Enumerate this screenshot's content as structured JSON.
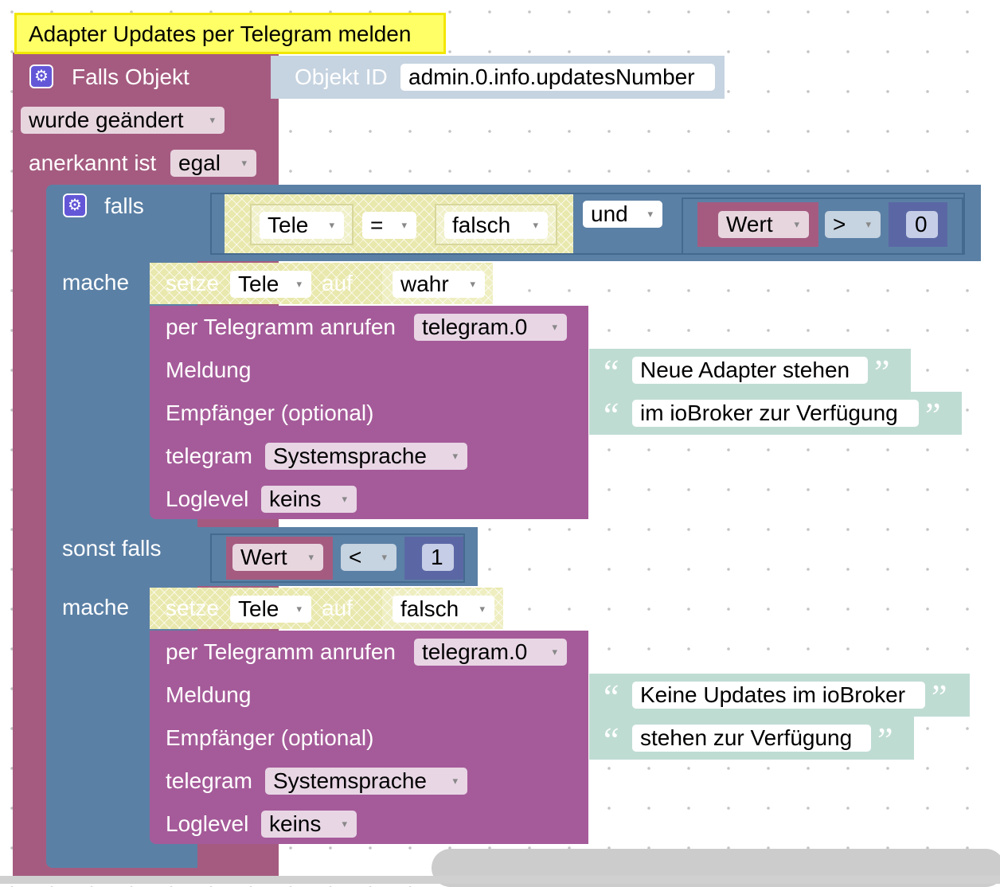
{
  "comment": "Adapter Updates per Telegram melden",
  "trigger": {
    "label": "Falls Objekt",
    "object_id_label": "Objekt ID",
    "object_id_value": "admin.0.info.updatesNumber",
    "change_value": "wurde geändert",
    "ack_label": "anerkannt ist",
    "ack_value": "egal"
  },
  "if_block": {
    "if_label": "falls",
    "do_label": "mache",
    "elseif_label": "sonst falls",
    "do2_label": "mache"
  },
  "condition1": {
    "left_var": "Tele",
    "operator": "=",
    "right_value": "falsch",
    "logic_op": "und",
    "var2": "Wert",
    "operator2": ">",
    "number": "0"
  },
  "condition2": {
    "var": "Wert",
    "operator": "<",
    "number": "1"
  },
  "set1": {
    "setze": "setze",
    "var": "Tele",
    "auf": "auf",
    "value": "wahr"
  },
  "set2": {
    "setze": "setze",
    "var": "Tele",
    "auf": "auf",
    "value": "falsch"
  },
  "telegram1": {
    "call_label": "per Telegramm anrufen",
    "instance": "telegram.0",
    "msg_label": "Meldung",
    "recipient_label": "Empfänger (optional)",
    "lang_label": "telegram",
    "lang_value": "Systemsprache",
    "log_label": "Loglevel",
    "log_value": "keins",
    "text1": "Neue Adapter stehen",
    "text2": "im ioBroker zur Verfügung"
  },
  "telegram2": {
    "call_label": "per Telegramm anrufen",
    "instance": "telegram.0",
    "msg_label": "Meldung",
    "recipient_label": "Empfänger (optional)",
    "lang_label": "telegram",
    "lang_value": "Systemsprache",
    "log_label": "Loglevel",
    "log_value": "keins",
    "text1": "Keine Updates im ioBroker",
    "text2": "stehen zur Verfügung"
  },
  "glyphs": {
    "open_quote": "“",
    "close_quote": "”",
    "dropdown_arrow": "▾",
    "gear": "⚙"
  },
  "colors": {
    "trigger": "#a55b80",
    "logic": "#5b80a5",
    "telegram": "#a55b99",
    "variable": "#e9e8ad",
    "text": "#bfdcd3",
    "math": "#5b67a5",
    "comment": "#ffff66"
  }
}
